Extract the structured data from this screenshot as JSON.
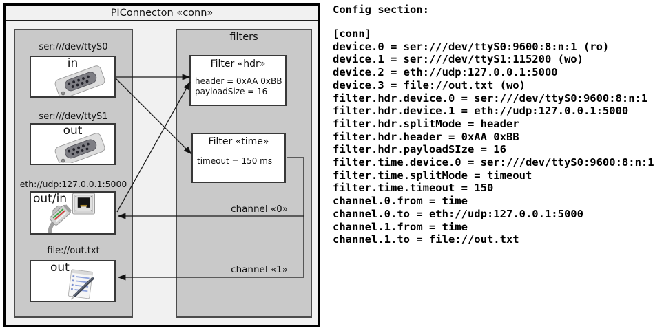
{
  "window": {
    "title": "PIConnecton «conn»"
  },
  "diagram": {
    "devices": [
      {
        "label": "ser:///dev/ttyS0",
        "port": "in",
        "icon": "serial-connector-icon"
      },
      {
        "label": "ser:///dev/ttyS1",
        "port": "out",
        "icon": "serial-connector-icon"
      },
      {
        "label": "eth://udp:127.0.0.1:5000",
        "port": "out/in",
        "icon": "ethernet-jack-icon / ethernet-plug-icon"
      },
      {
        "label": "file://out.txt",
        "port": "out",
        "icon": "notepad-pen-icon"
      }
    ],
    "filters": {
      "title": "filters",
      "items": [
        {
          "title": "Filter «hdr»",
          "props": [
            "header = 0xAA 0xBB",
            "payloadSize = 16"
          ]
        },
        {
          "title": "Filter «time»",
          "props": [
            "timeout = 150 ms"
          ]
        }
      ]
    },
    "channels": [
      {
        "label": "channel «0»"
      },
      {
        "label": "channel «1»"
      }
    ]
  },
  "config": {
    "heading": "Config section:",
    "lines": [
      "[conn]",
      "device.0 = ser:///dev/ttyS0:9600:8:n:1 (ro)",
      "device.1 = ser:///dev/ttyS1:115200 (wo)",
      "device.2 = eth://udp:127.0.0.1:5000",
      "device.3 = file://out.txt (wo)",
      "filter.hdr.device.0 = ser:///dev/ttyS0:9600:8:n:1",
      "filter.hdr.device.1 = eth://udp:127.0.0.1:5000",
      "filter.hdr.splitMode = header",
      "filter.hdr.header = 0xAA 0xBB",
      "filter.hdr.payloadSIze = 16",
      "filter.time.device.0 = ser:///dev/ttyS0:9600:8:n:1",
      "filter.time.splitMode = timeout",
      "filter.time.timeout = 150",
      "channel.0.from = time",
      "channel.0.to = eth://udp:127.0.0.1:5000",
      "channel.1.from = time",
      "channel.1.to = file://out.txt"
    ]
  },
  "colors": {
    "page_bg": "#ffffff",
    "outer_fill": "#f1f1f1",
    "panel_gray": "#c9c9c9",
    "box_white": "#ffffff",
    "border_dark": "#000000",
    "line": "#1a1a1a"
  }
}
